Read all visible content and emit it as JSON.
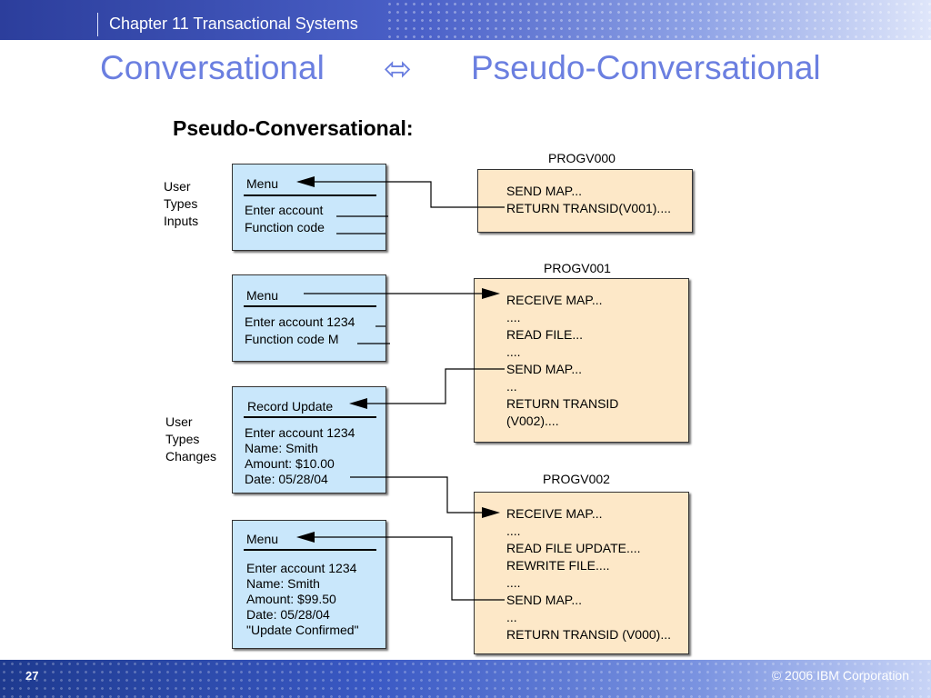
{
  "header": {
    "chapter": "Chapter 11 Transactional Systems"
  },
  "title": {
    "left": "Conversational",
    "arrow": "⬄",
    "right": "Pseudo-Conversational"
  },
  "subtitle": "Pseudo-Conversational:",
  "side_labels": {
    "inputs": [
      "User",
      "Types",
      "Inputs"
    ],
    "changes": [
      "User",
      "Types",
      "Changes"
    ]
  },
  "screens": [
    {
      "title": "Menu",
      "lines": [
        "Enter account",
        "Function code"
      ]
    },
    {
      "title": "Menu",
      "lines": [
        "Enter account  1234",
        "Function code  M"
      ]
    },
    {
      "title": "Record Update",
      "lines": [
        "Enter account  1234",
        "Name: Smith",
        "Amount: $10.00",
        "Date: 05/28/04"
      ]
    },
    {
      "title": "Menu",
      "lines": [
        "Enter account  1234",
        "Name: Smith",
        "Amount: $99.50",
        "Date: 05/28/04",
        "\"Update Confirmed\""
      ]
    }
  ],
  "programs": [
    {
      "name": "PROGV000",
      "lines": [
        "SEND MAP...",
        "RETURN TRANSID(V001)...."
      ]
    },
    {
      "name": "PROGV001",
      "lines": [
        "RECEIVE MAP...",
        "....",
        "READ FILE...",
        "....",
        "SEND MAP...",
        "...",
        "RETURN TRANSID",
        "(V002)...."
      ]
    },
    {
      "name": "PROGV002",
      "lines": [
        "RECEIVE MAP...",
        "....",
        "READ FILE UPDATE....",
        "REWRITE FILE....",
        "....",
        "SEND MAP...",
        "...",
        "RETURN TRANSID (V000)..."
      ]
    }
  ],
  "colors": {
    "title": "#6b7fe0",
    "screen_fill": "#c9e7fb",
    "program_fill": "#fde8c8",
    "header": "#3a52c0"
  },
  "footer": {
    "page": "27",
    "copyright": "© 2006 IBM Corporation"
  }
}
